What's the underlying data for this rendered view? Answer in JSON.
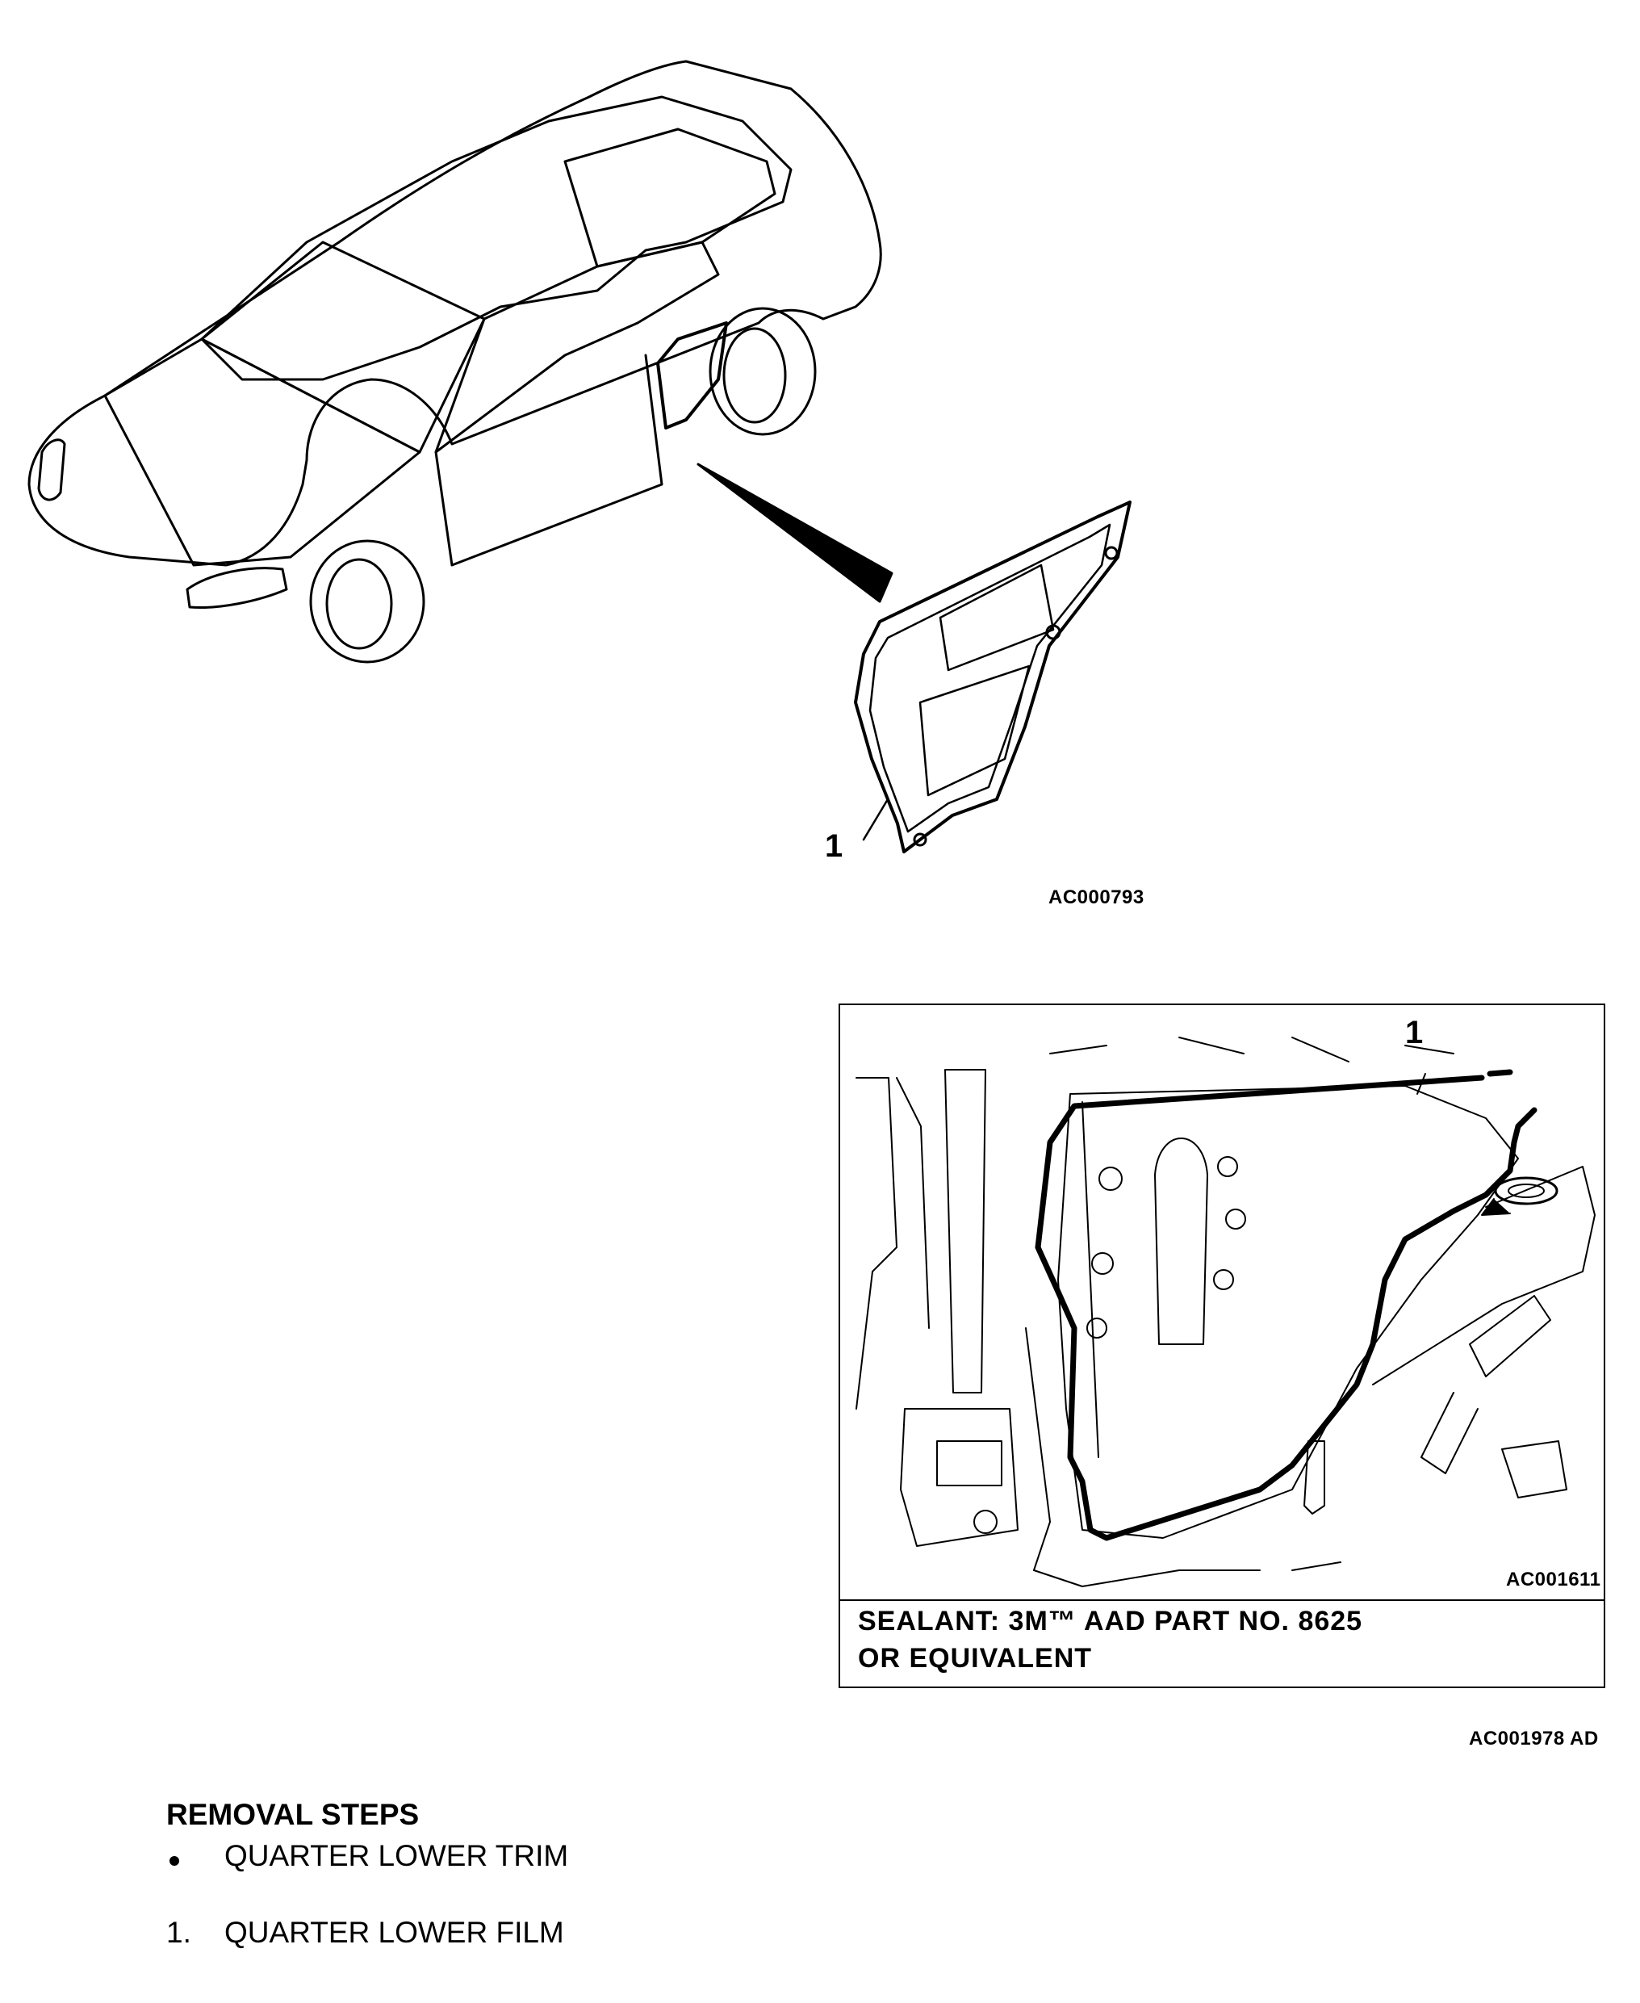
{
  "figure1": {
    "callout": "1",
    "code": "AC000793"
  },
  "figure2": {
    "callout": "1",
    "code": "AC001611",
    "sealant_line1": "SEALANT:  3M™  AAD  PART  NO. 8625",
    "sealant_line2": "OR  EQUIVALENT"
  },
  "figure_group_code": "AC001978 AD",
  "removal_steps": {
    "title": "REMOVAL STEPS",
    "items": [
      {
        "marker": "bullet",
        "label": "QUARTER LOWER TRIM"
      },
      {
        "marker": "1.",
        "label": "QUARTER LOWER FILM"
      }
    ]
  }
}
